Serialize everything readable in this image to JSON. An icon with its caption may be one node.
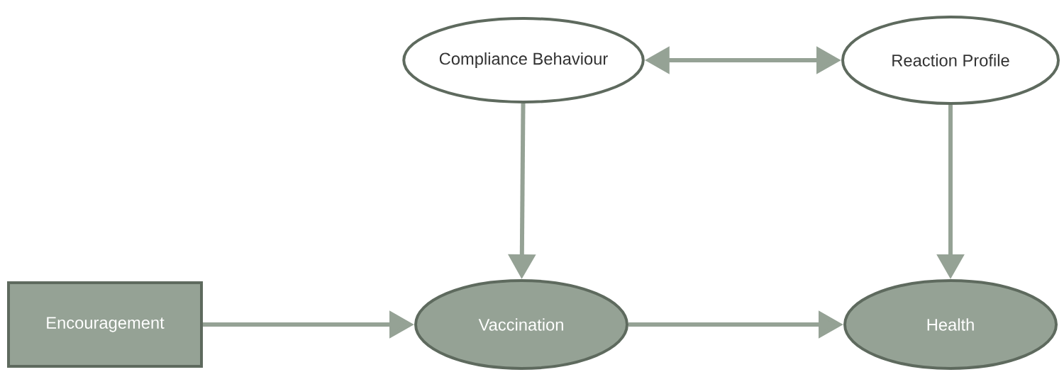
{
  "diagram": {
    "nodes": [
      {
        "text": [
          "Compliance Behaviour"
        ]
      },
      {
        "text": [
          "Reaction Profile"
        ]
      },
      {
        "text": [
          "Encouragement"
        ]
      },
      {
        "text": [
          "Vaccination"
        ]
      },
      {
        "text": [
          "Health"
        ]
      }
    ],
    "edges": [
      {
        "from": 0,
        "to": 1,
        "arrow": "both"
      },
      {
        "from": 0,
        "to": 3,
        "arrow": "to"
      },
      {
        "from": 1,
        "to": 4,
        "arrow": "to"
      },
      {
        "from": 2,
        "to": 3,
        "arrow": "to"
      },
      {
        "from": 3,
        "to": 4,
        "arrow": "to"
      }
    ]
  }
}
